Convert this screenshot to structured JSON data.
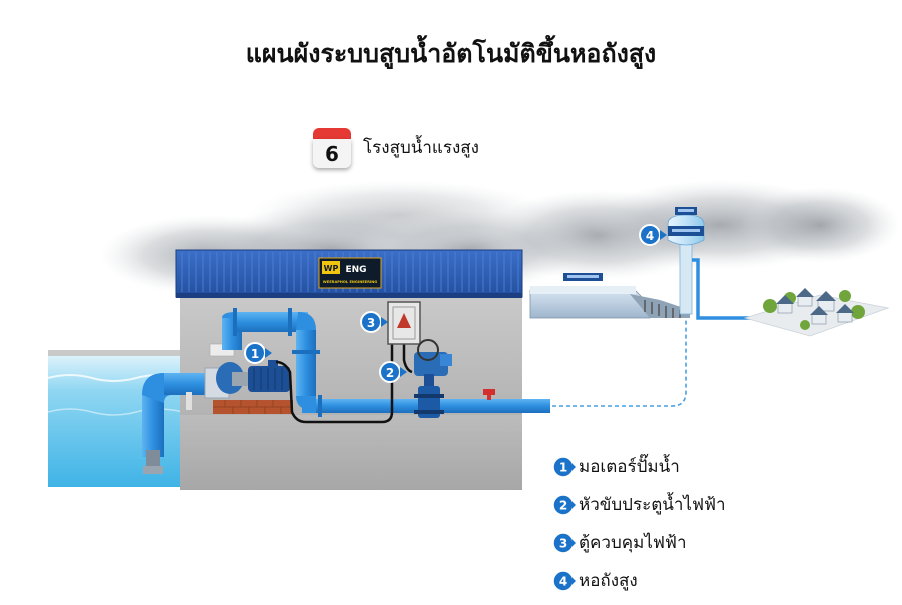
{
  "title": "แผนผังระบบสูบน้ำอัตโนมัติขึ้นหอถังสูง",
  "station": {
    "number": "6",
    "label": "โรงสูบน้ำแรงสูง"
  },
  "logo": {
    "mark": "WP",
    "name": "ENG",
    "tagline": "WEERAPHOL ENGINEERING"
  },
  "markers": [
    "1",
    "2",
    "3",
    "4"
  ],
  "legend": [
    {
      "number": "1",
      "label": "มอเตอร์ปั๊มน้ำ"
    },
    {
      "number": "2",
      "label": "หัวขับประตูน้ำไฟฟ้า"
    },
    {
      "number": "3",
      "label": "ตู้ควบคุมไฟฟ้า"
    },
    {
      "number": "4",
      "label": "หอถังสูง"
    }
  ],
  "colors": {
    "pipe": "#2e8fe0",
    "roof": "#2d5fb8",
    "marker": "#1a73c9",
    "water": "#5cc3ea",
    "calendar_red": "#e53935"
  }
}
